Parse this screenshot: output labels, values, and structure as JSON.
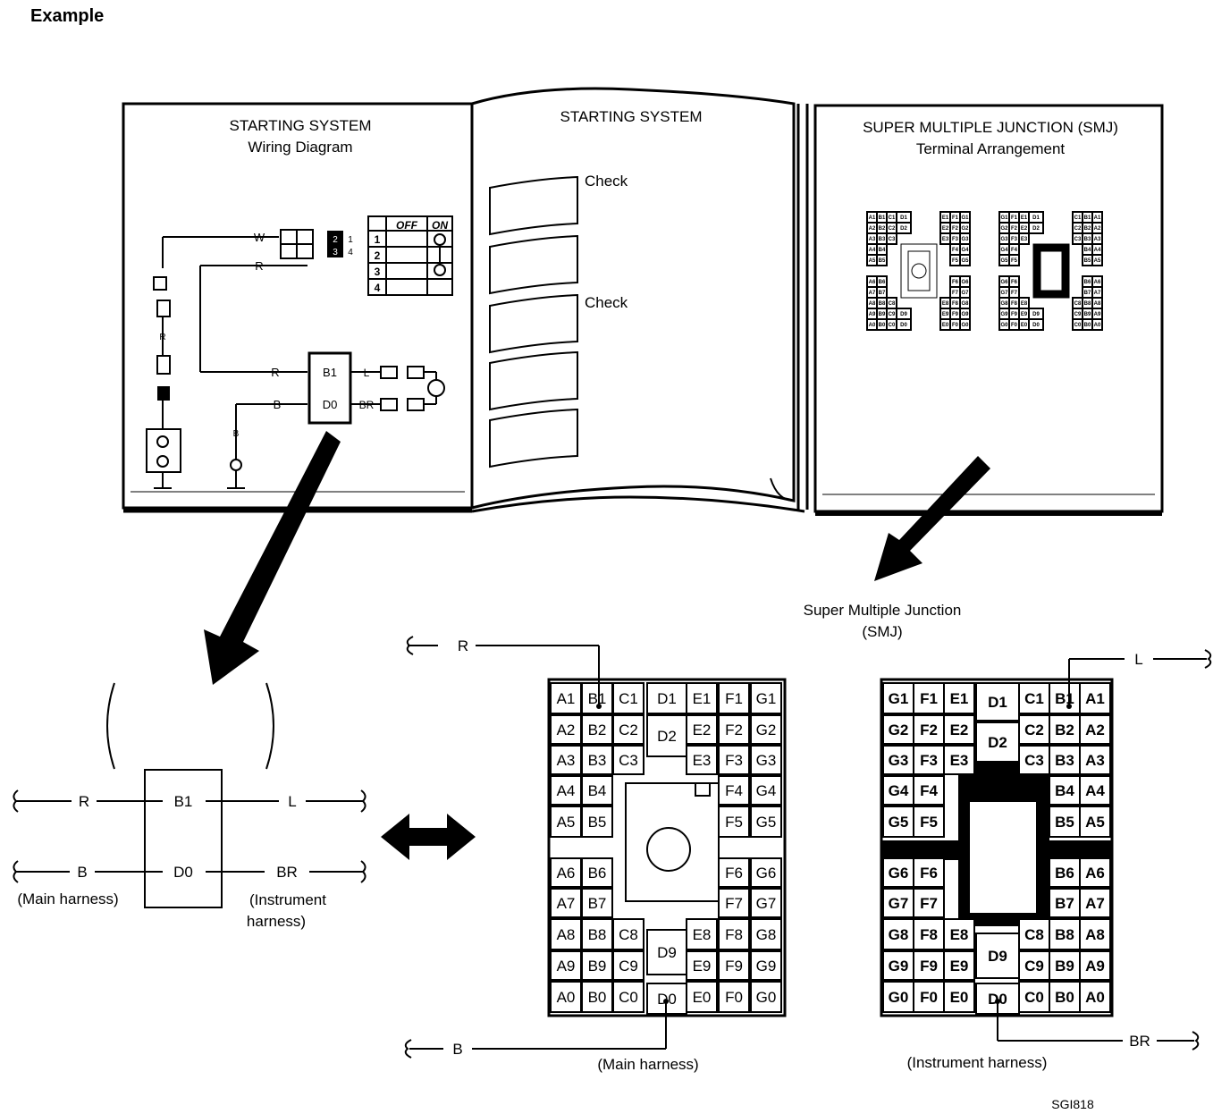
{
  "heading": "Example",
  "figure_code": "SGI818",
  "book": {
    "left_page": {
      "title": "STARTING SYSTEM",
      "subtitle": "Wiring Diagram",
      "wire_labels": [
        "W",
        "R",
        "R",
        "B",
        "L",
        "BR",
        "R",
        "B"
      ],
      "connector_terminals": [
        "B1",
        "D0"
      ],
      "switch_table": {
        "headers": [
          "OFF",
          "ON"
        ],
        "rows": [
          "1",
          "2",
          "3",
          "4"
        ],
        "pins": [
          "2",
          "1",
          "3",
          "4"
        ]
      }
    },
    "middle_page": {
      "title": "STARTING SYSTEM",
      "steps": [
        "Check",
        "Check"
      ]
    },
    "right_page": {
      "title": "SUPER MULTIPLE JUNCTION (SMJ)",
      "subtitle": "Terminal Arrangement"
    }
  },
  "connector_detail": {
    "terminals": [
      "B1",
      "D0"
    ],
    "wires_left": [
      "R",
      "B"
    ],
    "wires_right": [
      "L",
      "BR"
    ],
    "harness_left": "(Main harness)",
    "harness_right_line1": "(Instrument",
    "harness_right_line2": "harness)"
  },
  "smj_heading_line1": "Super Multiple Junction",
  "smj_heading_line2": "(SMJ)",
  "smj_main": {
    "caption": "(Main harness)",
    "wire_top": "R",
    "wire_bottom": "B",
    "rows_left": [
      [
        "A1",
        "B1",
        "C1"
      ],
      [
        "A2",
        "B2",
        "C2"
      ],
      [
        "A3",
        "B3",
        "C3"
      ],
      [
        "A4",
        "B4"
      ],
      [
        "A5",
        "B5"
      ],
      [
        "A6",
        "B6"
      ],
      [
        "A7",
        "B7"
      ],
      [
        "A8",
        "B8",
        "C8"
      ],
      [
        "A9",
        "B9",
        "C9"
      ],
      [
        "A0",
        "B0",
        "C0"
      ]
    ],
    "rows_right": [
      [
        "E1",
        "F1",
        "G1"
      ],
      [
        "E2",
        "F2",
        "G2"
      ],
      [
        "E3",
        "F3",
        "G3"
      ],
      [
        "F4",
        "G4"
      ],
      [
        "F5",
        "G5"
      ],
      [
        "F6",
        "G6"
      ],
      [
        "F7",
        "G7"
      ],
      [
        "E8",
        "F8",
        "G8"
      ],
      [
        "E9",
        "F9",
        "G9"
      ],
      [
        "E0",
        "F0",
        "G0"
      ]
    ],
    "center": [
      "D1",
      "D2",
      "D9",
      "D0"
    ]
  },
  "smj_instrument": {
    "caption": "(Instrument harness)",
    "wire_top": "L",
    "wire_bottom": "BR",
    "rows_left": [
      [
        "G1",
        "F1",
        "E1"
      ],
      [
        "G2",
        "F2",
        "E2"
      ],
      [
        "G3",
        "F3",
        "E3"
      ],
      [
        "G4",
        "F4"
      ],
      [
        "G5",
        "F5"
      ],
      [
        "G6",
        "F6"
      ],
      [
        "G7",
        "F7"
      ],
      [
        "G8",
        "F8",
        "E8"
      ],
      [
        "G9",
        "F9",
        "E9"
      ],
      [
        "G0",
        "F0",
        "E0"
      ]
    ],
    "rows_right": [
      [
        "C1",
        "B1",
        "A1"
      ],
      [
        "C2",
        "B2",
        "A2"
      ],
      [
        "C3",
        "B3",
        "A3"
      ],
      [
        "B4",
        "A4"
      ],
      [
        "B5",
        "A5"
      ],
      [
        "B6",
        "A6"
      ],
      [
        "B7",
        "A7"
      ],
      [
        "C8",
        "B8",
        "A8"
      ],
      [
        "C9",
        "B9",
        "A9"
      ],
      [
        "C0",
        "B0",
        "A0"
      ]
    ],
    "center": [
      "D1",
      "D2",
      "D9",
      "D0"
    ]
  }
}
